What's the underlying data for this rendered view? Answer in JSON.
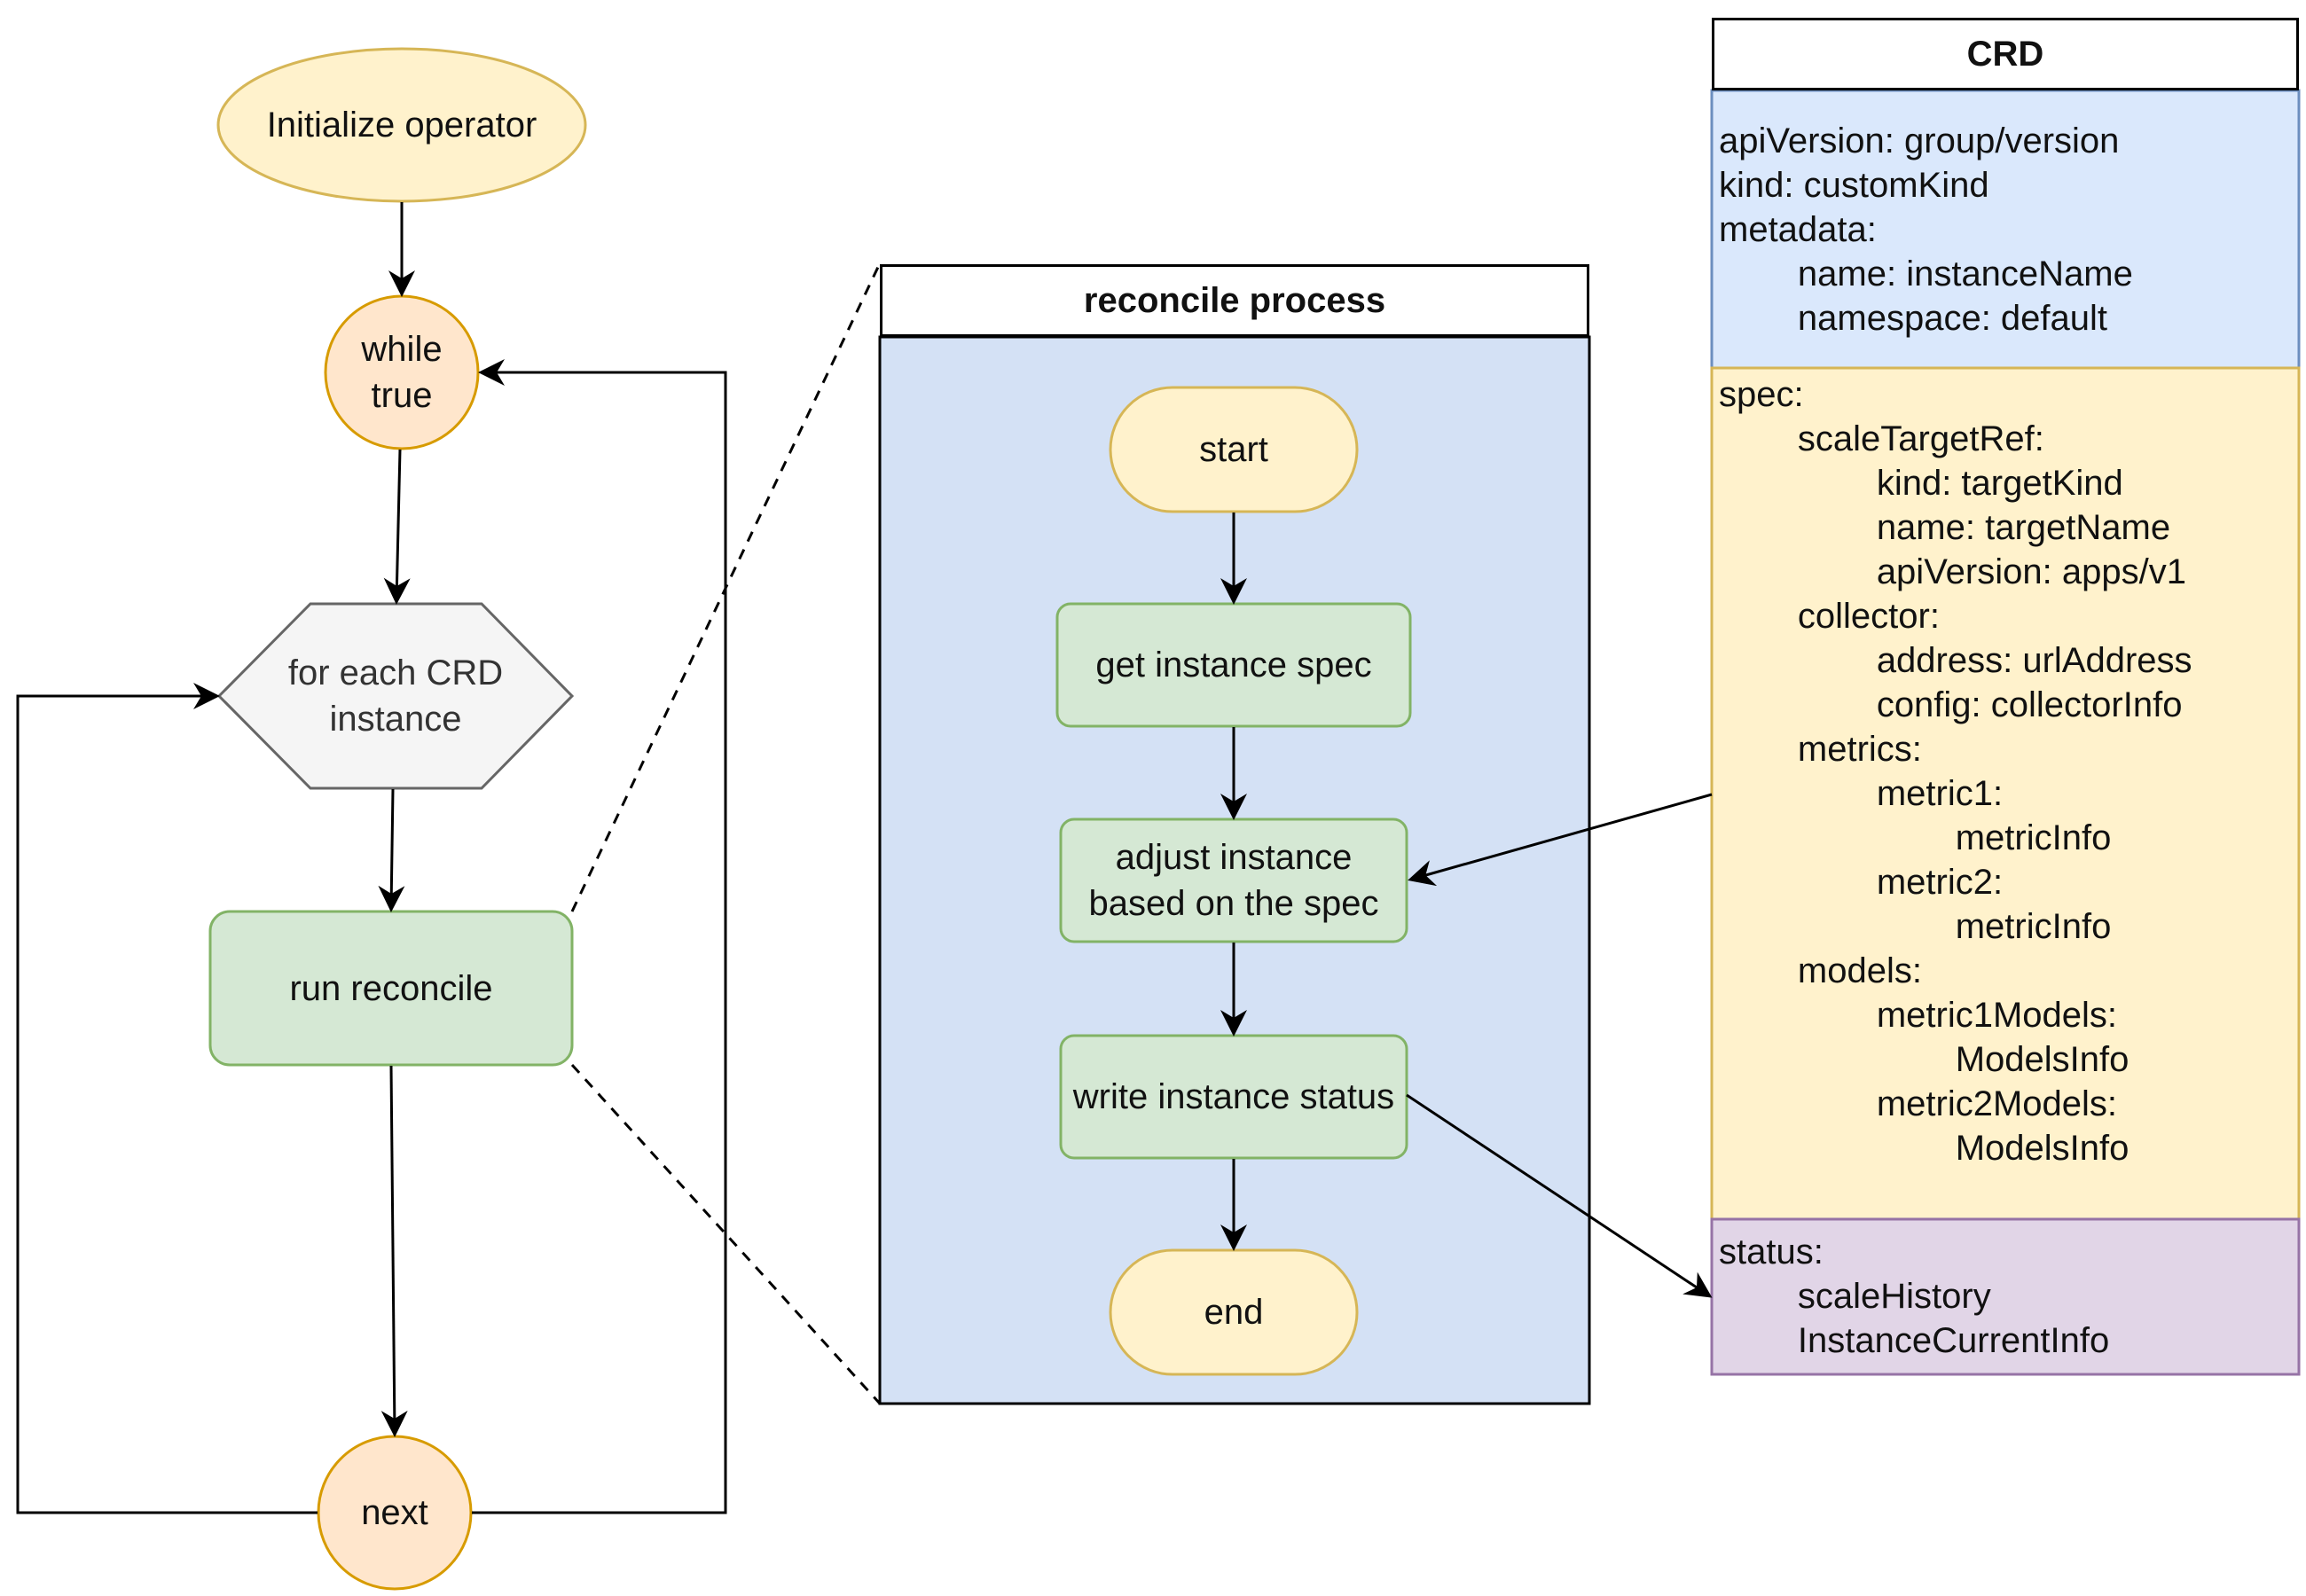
{
  "flow": {
    "initialize": "Initialize operator",
    "while_true": [
      "while",
      "true"
    ],
    "for_each": [
      "for each CRD",
      "instance"
    ],
    "run_reconcile": "run reconcile",
    "next": "next"
  },
  "reconcile": {
    "title": "reconcile process",
    "start": "start",
    "get_spec": "get instance spec",
    "adjust": [
      "adjust instance",
      "based on the spec"
    ],
    "write_status": "write instance status",
    "end": "end"
  },
  "crd": {
    "title": "CRD",
    "metadata_lines": [
      "apiVersion: group/version",
      "kind: customKind",
      "metadata:",
      "        name: instanceName",
      "        namespace: default"
    ],
    "spec_lines": [
      "spec:",
      "        scaleTargetRef:",
      "                kind: targetKind",
      "                name: targetName",
      "                apiVersion: apps/v1",
      "        collector:",
      "                address: urlAddress",
      "                config: collectorInfo",
      "        metrics:",
      "                metric1:",
      "                        metricInfo",
      "                metric2:",
      "                        metricInfo",
      "        models:",
      "                metric1Models:",
      "                        ModelsInfo",
      "                metric2Models:",
      "                        ModelsInfo"
    ],
    "status_lines": [
      "status:",
      "        scaleHistory",
      "        InstanceCurrentInfo"
    ]
  },
  "colors": {
    "yellow_fill": "#fff2cc",
    "yellow_stroke": "#d6b656",
    "orange_fill": "#ffe6cc",
    "orange_stroke": "#d79b00",
    "green_fill": "#d5e8d4",
    "green_stroke": "#82b366",
    "gray_fill": "#f5f5f5",
    "gray_stroke": "#666666",
    "blue_fill": "#dae8fc",
    "blue_stroke": "#6c8ebf",
    "panel_fill": "#d4e1f5",
    "purple_fill": "#e1d5e7",
    "purple_stroke": "#9673a6"
  }
}
